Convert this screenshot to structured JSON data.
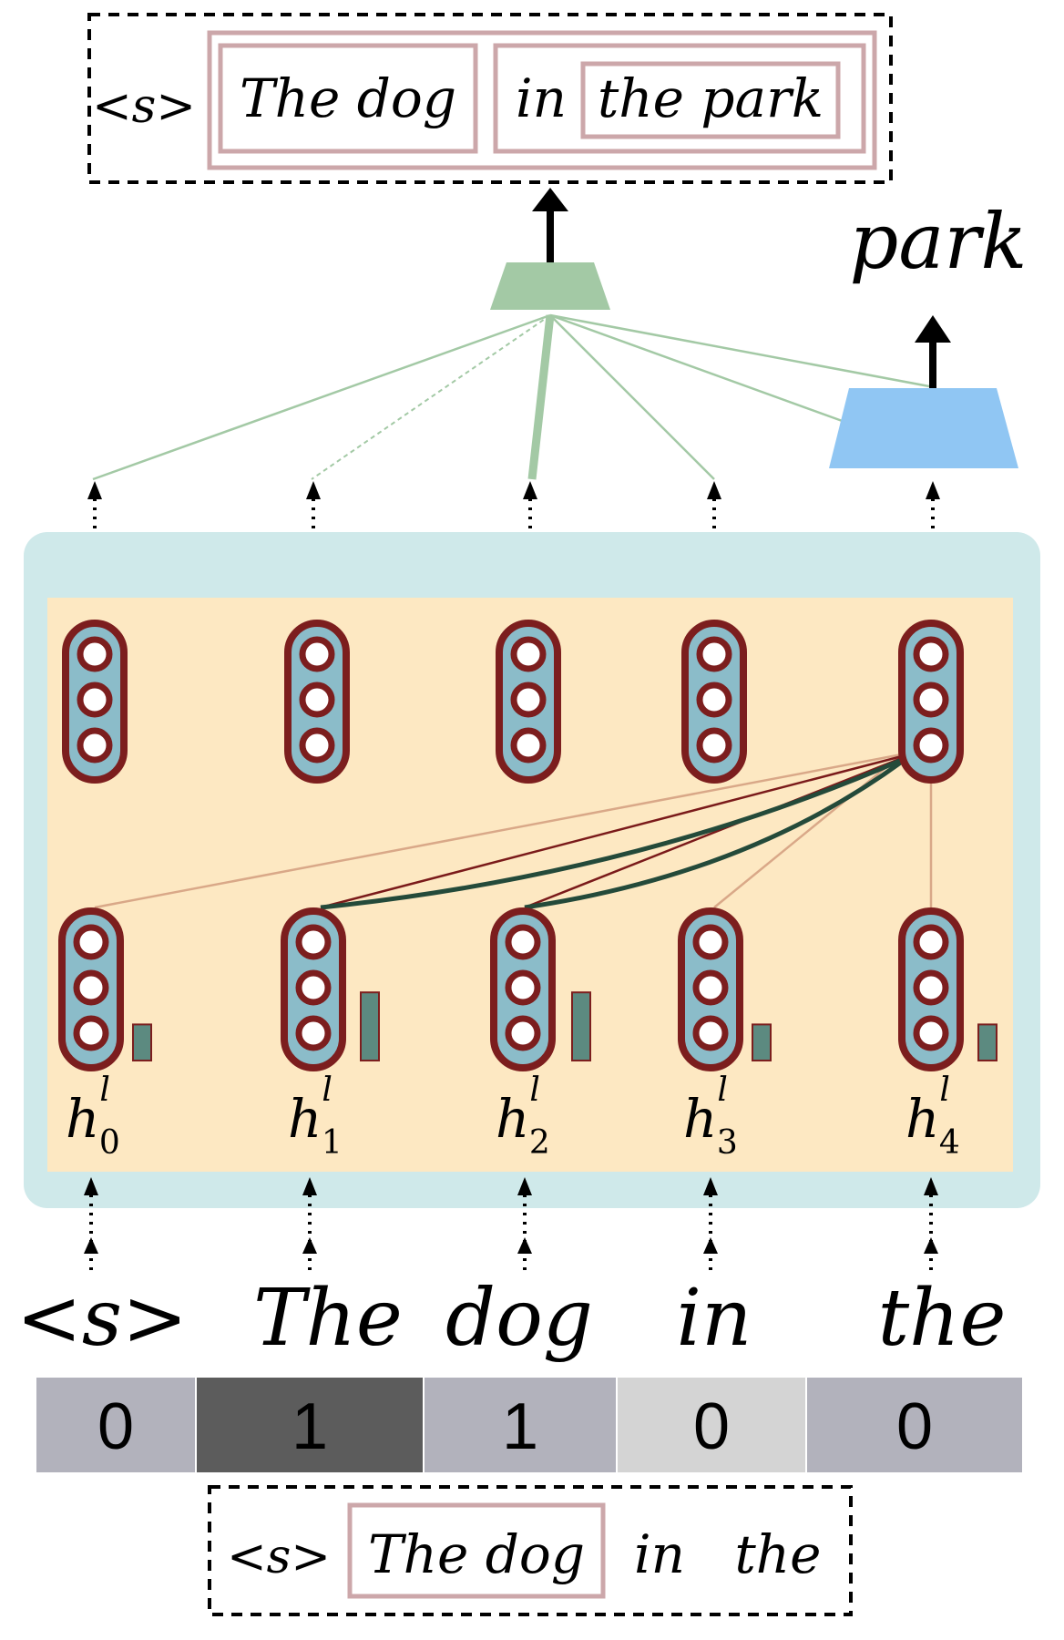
{
  "top_sentence": {
    "start_token": "<s>",
    "span_a": "The dog",
    "span_b_prefix": "in",
    "span_b_inner": "the park"
  },
  "predicted_word": "park",
  "hidden_states": [
    {
      "symbol": "h",
      "sup": "l",
      "sub": "0"
    },
    {
      "symbol": "h",
      "sup": "l",
      "sub": "1"
    },
    {
      "symbol": "h",
      "sup": "l",
      "sub": "2"
    },
    {
      "symbol": "h",
      "sup": "l",
      "sub": "3"
    },
    {
      "symbol": "h",
      "sup": "l",
      "sub": "4"
    }
  ],
  "input_tokens": [
    "<s>",
    "The",
    "dog",
    "in",
    "the"
  ],
  "gate_values": [
    "0",
    "1",
    "1",
    "0",
    "0"
  ],
  "bottom_sentence": {
    "start_token": "<s>",
    "span_a": "The dog",
    "word_in": "in",
    "word_the": "the"
  },
  "colors": {
    "outer_panel": "#cfe9ea",
    "inner_panel": "#fde8c2",
    "cell_fill": "#8bbcc9",
    "cell_border": "#7c1e1e",
    "bar_fill": "#5c8a80",
    "green_trap": "#a3c9a5",
    "blue_trap": "#90c6f3",
    "span_box": "#cca7aa",
    "green_line": "#a3c9a5",
    "dark_curve": "#244a3a",
    "thin_red": "#7a1a1a",
    "faint_orange": "#d9a888"
  },
  "gate_cell_colors": [
    "#b2b2bc",
    "#5c5c5c",
    "#b2b2bc",
    "#d4d4d4",
    "#b2b2bc"
  ],
  "attention_bar_levels": [
    0.36,
    0.68,
    0.68,
    0.36,
    0.36
  ]
}
